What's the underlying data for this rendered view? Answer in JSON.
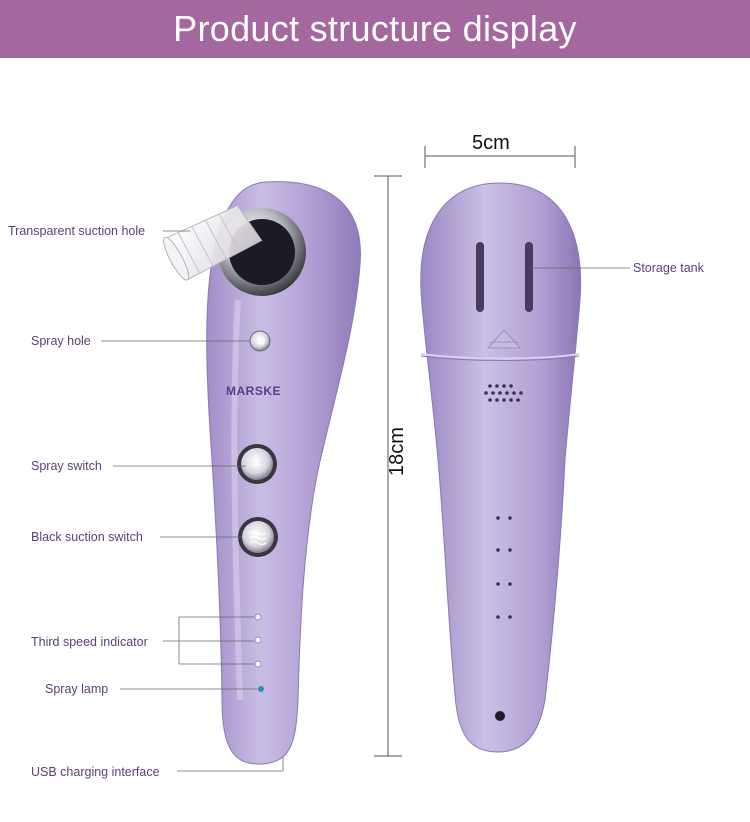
{
  "header": {
    "title": "Product structure display",
    "background_color": "#a4689f"
  },
  "front_view": {
    "brand": "MARSKE",
    "labels": {
      "suction_hole": "Transparent suction hole",
      "spray_hole": "Spray hole",
      "spray_switch": "Spray switch",
      "suction_switch": "Black suction switch",
      "speed_indicator": "Third speed indicator",
      "spray_lamp": "Spray lamp",
      "usb_interface": "USB charging interface"
    }
  },
  "back_view": {
    "labels": {
      "storage_tank": "Storage tank"
    }
  },
  "dimensions": {
    "width": "5cm",
    "height": "18cm"
  },
  "colors": {
    "body": "#b7a6d6",
    "label_text": "#5b3f7a"
  }
}
